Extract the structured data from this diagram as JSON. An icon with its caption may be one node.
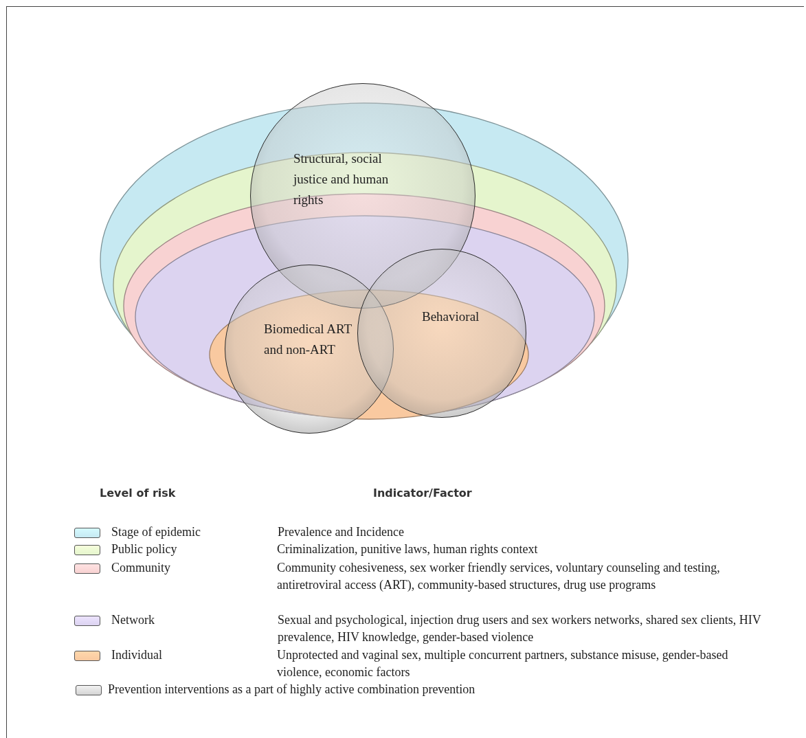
{
  "diagram": {
    "nodes": [
      {
        "text": [
          "Structural, social justice and human rights"
        ]
      },
      {
        "text": [
          "Biomedical ART and non-ART"
        ]
      },
      {
        "text": [
          "Behavioral"
        ]
      }
    ],
    "labels": [
      "Level of risk",
      "Indicator/Factor",
      "Prevalence and Incidence",
      "Criminalization, punitive laws, human rights context",
      "Community cohesiveness, sex worker friendly services, voluntary counseling and testing, antiretroviral access (ART), community-based structures, drug use programs",
      "Sexual and psychological, injection drug users and sex workers networks, shared sex clients, HIV prevalence, HIV knowledge, gender-based violence",
      "Unprotected and vaginal sex, multiple concurrent partners, substance misuse, gender-based violence, economic factors"
    ],
    "legend": [
      {
        "text": "Stage of epidemic",
        "color": "#c6e9f2"
      },
      {
        "text": "Public policy",
        "color": "#e5f5cd"
      },
      {
        "text": "Community",
        "color": "#f8d2d2"
      },
      {
        "text": "Network",
        "color": "#dcd3f0"
      },
      {
        "text": "Individual",
        "color": "#f9c9a0"
      },
      {
        "text": "Prevention interventions as a part of highly active combination prevention",
        "color": "#d4d4d4"
      }
    ]
  }
}
